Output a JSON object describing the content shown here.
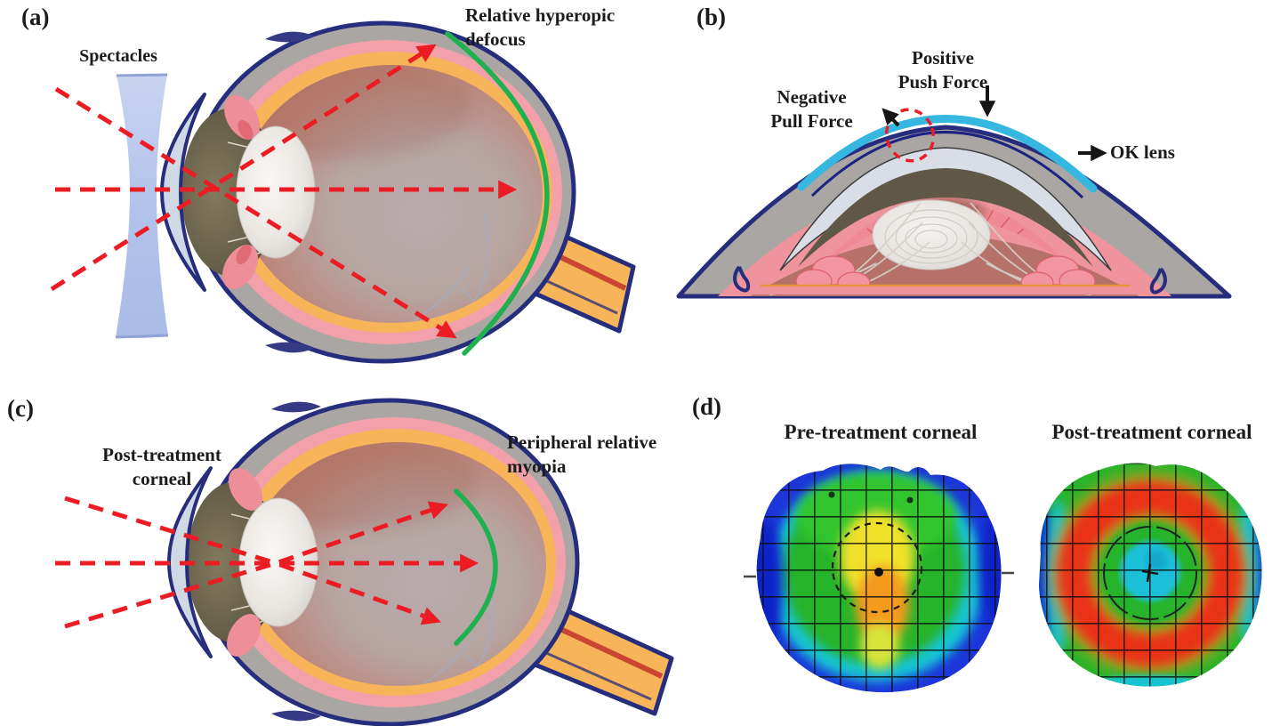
{
  "panels": {
    "a": {
      "tag": "(a)",
      "spectacles_label": "Spectacles",
      "defocus_line1": "Relative hyperopic",
      "defocus_line2": "defocus"
    },
    "b": {
      "tag": "(b)",
      "push_line1": "Positive",
      "push_line2": "Push Force",
      "pull_line1": "Negative",
      "pull_line2": "Pull Force",
      "ok_lens_label": "OK lens"
    },
    "c": {
      "tag": "(c)",
      "corneal_line1": "Post-treatment",
      "corneal_line2": "corneal",
      "myopia_line1": "Peripheral relative",
      "myopia_line2": "myopia"
    },
    "d": {
      "tag": "(d)",
      "pre_title": "Pre-treatment corneal",
      "post_title": "Post-treatment corneal"
    }
  },
  "colors": {
    "text_color": "#1b1b1b",
    "ray_red": "#ec1c24",
    "arc_green": "#1fb050",
    "ok_lens_cyan": "#35b7e0",
    "outline_navy": "#262d7c",
    "sclera_gray": "#a9a6a4",
    "choroid_pink": "#f2a0a9",
    "retina_orange": "#f8b459",
    "spectacle_blue": "#b3c3ea",
    "map_blue": "#1c36d9",
    "map_cyan": "#19c5d4",
    "map_green": "#28b42a",
    "map_yellow": "#f0e12a",
    "map_orange": "#f59a1a",
    "map_red": "#e93016"
  }
}
